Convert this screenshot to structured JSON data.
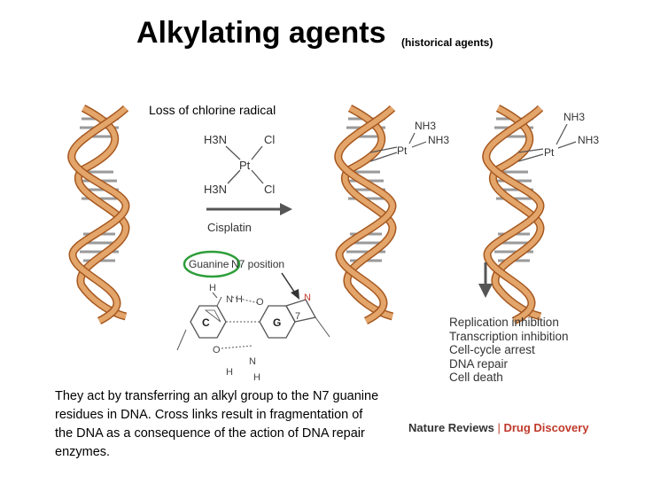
{
  "title": "Alkylating agents",
  "title_sub": "(historical agents)",
  "caption_loss": "Loss of chlorine radical",
  "cisplatin": {
    "nh3_a": "H3N",
    "nh3_b": "H3N",
    "cl_a": "Cl",
    "cl_b": "Cl",
    "pt": "Pt",
    "arrow_label": "Cisplatin"
  },
  "adduct1": {
    "pt": "Pt",
    "nh3_a": "NH3",
    "nh3_b": "NH3"
  },
  "adduct2": {
    "pt": "Pt",
    "nh3_a": "NH3",
    "nh3_b": "NH3"
  },
  "guanine_label": "Guanine",
  "n7_label": "N7 position",
  "pair_labels": {
    "c": "C",
    "g": "G",
    "seven": "7"
  },
  "effects": [
    "Replication inhibition",
    "Transcription inhibition",
    "Cell-cycle arrest",
    "DNA repair",
    "Cell death"
  ],
  "body_text": "They act by transferring an alkyl group to the N7 guanine residues in DNA. Cross links result in fragmentation of the DNA as a consequence of the action of DNA repair enzymes.",
  "publisher": {
    "a": "Nature Reviews",
    "sep": "|",
    "b": "Drug Discovery"
  },
  "colors": {
    "helix_light": "#e3a56a",
    "helix_dark": "#a6581f",
    "rungs": "#9a9a9a",
    "arrow": "#555555",
    "circle": "#2e9e3a",
    "n7_red": "#c0392b"
  }
}
